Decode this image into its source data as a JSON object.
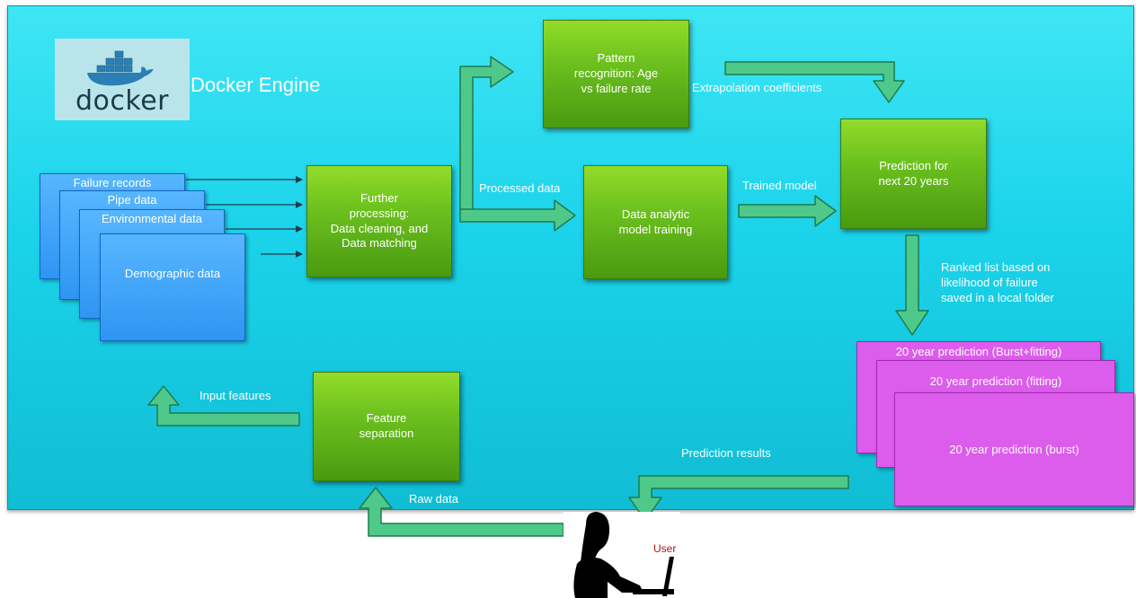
{
  "engine": {
    "title": "Docker Engine",
    "logo_text": "docker"
  },
  "inputs": [
    "Failure records",
    "Pipe data",
    "Environmental data",
    "Demographic data"
  ],
  "boxes": {
    "further_processing": "Further\nprocessing:\nData cleaning, and\nData matching",
    "pattern_recognition": "Pattern\nrecognition: Age\nvs failure rate",
    "model_training": "Data analytic\nmodel training",
    "prediction": "Prediction for\nnext 20 years",
    "feature_separation": "Feature\nseparation"
  },
  "labels": {
    "processed_data": "Processed data",
    "extrapolation": "Extrapolation coefficients",
    "trained_model": "Trained model",
    "ranked_list": "Ranked list based on\nlikelihood of failure\nsaved in a local folder",
    "prediction_results": "Prediction results",
    "input_features": "Input features",
    "raw_data": "Raw data",
    "user": "User"
  },
  "outputs": [
    "20 year prediction (Burst+fitting)",
    "20 year prediction (fitting)",
    "20 year prediction (burst)"
  ],
  "colors": {
    "engine_background": "#1bd3ea",
    "process_box": "#6cc01e",
    "input_stack": "#2e95f2",
    "output_stack": "#dc5cec",
    "flow_arrow": "#4fc98a",
    "user_label": "#a61515"
  }
}
